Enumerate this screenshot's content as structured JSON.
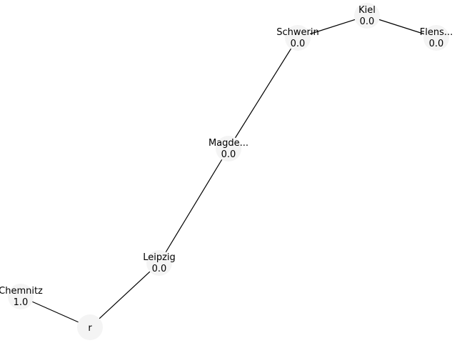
{
  "graph": {
    "colors": {
      "edge": "#000000",
      "node_fill": "#f4f4f4",
      "label": "#000000"
    },
    "nodes": [
      {
        "id": "kiel",
        "label": "Kiel",
        "value": "0.0"
      },
      {
        "id": "schwerin",
        "label": "Schwerin",
        "value": "0.0"
      },
      {
        "id": "flensburg",
        "label": "Flens...",
        "value": "0.0"
      },
      {
        "id": "magdeburg",
        "label": "Magde...",
        "value": "0.0"
      },
      {
        "id": "leipzig",
        "label": "Leipzig",
        "value": "0.0"
      },
      {
        "id": "chemnitz",
        "label": "Chemnitz",
        "value": "1.0"
      },
      {
        "id": "r",
        "label": "r",
        "value": ""
      }
    ],
    "edges": [
      {
        "source": "kiel",
        "target": "schwerin"
      },
      {
        "source": "kiel",
        "target": "flensburg"
      },
      {
        "source": "schwerin",
        "target": "magdeburg"
      },
      {
        "source": "magdeburg",
        "target": "leipzig"
      },
      {
        "source": "leipzig",
        "target": "r"
      },
      {
        "source": "chemnitz",
        "target": "r"
      }
    ]
  }
}
